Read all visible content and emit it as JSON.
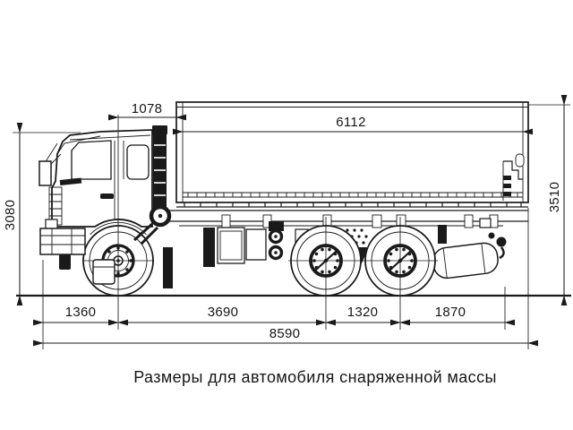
{
  "caption": "Размеры для автомобиля снаряженной массы",
  "colors": {
    "line": "#1a1a1a",
    "background": "#ffffff"
  },
  "dimensions_mm": {
    "front_axle_to_platform": "1078",
    "platform_inner_length": "6112",
    "cab_height": "3080",
    "overall_height": "3510",
    "front_overhang": "1360",
    "wheelbase": "3690",
    "rear_bogie_spread": "1320",
    "rear_overhang": "1870",
    "overall_length": "8590"
  }
}
